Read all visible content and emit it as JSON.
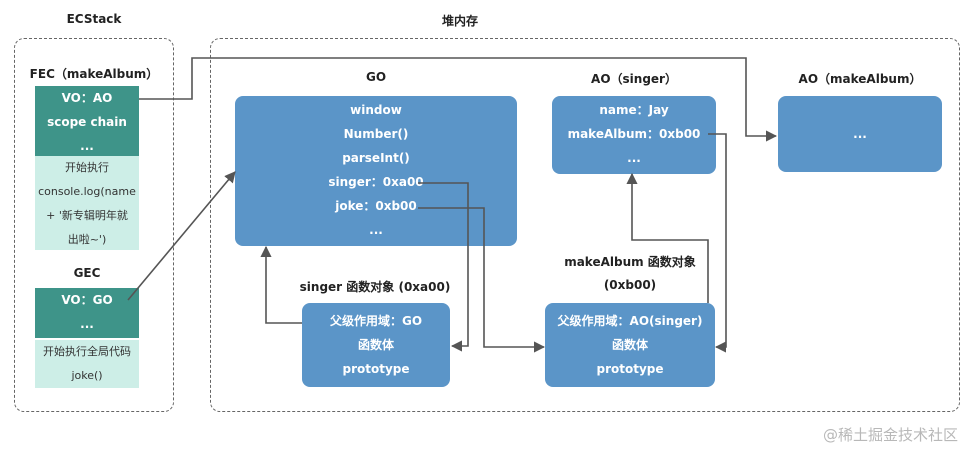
{
  "ecstack": {
    "title": "ECStack",
    "fec": {
      "title": "FEC（makeAlbum）",
      "rows": [
        "VO：AO",
        "scope chain",
        "..."
      ],
      "code": [
        "开始执行",
        "console.log(name",
        "+ '新专辑明年就",
        "出啦~')"
      ]
    },
    "gec": {
      "title": "GEC",
      "rows": [
        "VO：GO",
        "..."
      ],
      "code": [
        "开始执行全局代码",
        "joke()"
      ]
    }
  },
  "heap": {
    "title": "堆内存",
    "go": {
      "title": "GO",
      "rows": [
        "window",
        "Number()",
        "parseInt()",
        "singer：0xa00",
        "joke：0xb00",
        "..."
      ]
    },
    "ao_singer": {
      "title": "AO（singer）",
      "rows": [
        "name：Jay",
        "makeAlbum：0xb00",
        "..."
      ]
    },
    "ao_makealbum": {
      "title": "AO（makeAlbum）",
      "rows": [
        "..."
      ]
    },
    "singer_fn": {
      "title": "singer 函数对象 (0xa00)",
      "rows": [
        "父级作用域：GO",
        "函数体",
        "prototype"
      ]
    },
    "makealbum_fn": {
      "title_line1": "makeAlbum 函数对象",
      "title_line2": "(0xb00)",
      "rows": [
        "父级作用域：AO(singer)",
        "函数体",
        "prototype"
      ]
    }
  },
  "watermark": "@稀土掘金技术社区",
  "colors": {
    "teal": "#3e9489",
    "mint": "#cdeee7",
    "blue_box": "#5b95c8",
    "arrow": "#555555"
  }
}
